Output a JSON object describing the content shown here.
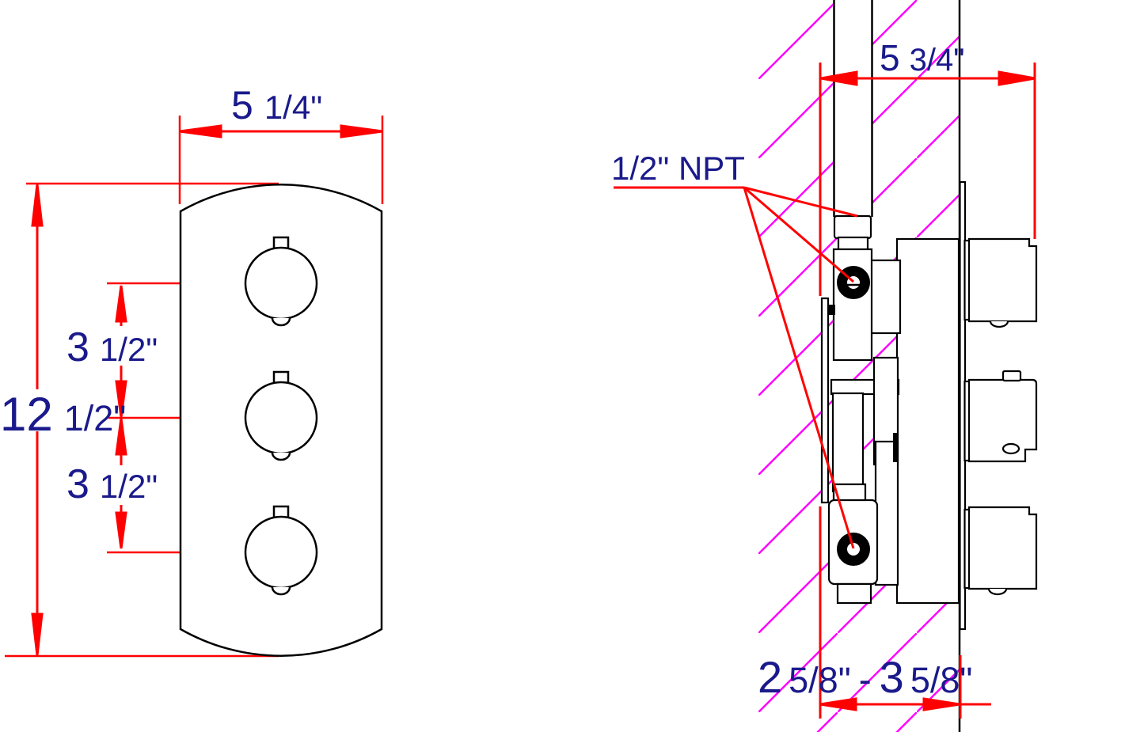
{
  "colors": {
    "outline": "#000000",
    "dimension": "#ff0000",
    "hatch": "#ff00ff",
    "label": "#1a1a8c",
    "background": "#ffffff"
  },
  "front_view": {
    "width_dim": {
      "big": "5",
      "small": "1/4\""
    },
    "height_dim": {
      "big": "12",
      "small": "1/2\""
    },
    "spacing_top": {
      "big": "3",
      "small": "1/2\""
    },
    "spacing_bottom": {
      "big": "3",
      "small": "1/2\""
    }
  },
  "side_view": {
    "port_label": "1/2\" NPT",
    "depth_dim": {
      "big": "5",
      "small": "3/4\""
    },
    "depth_range": {
      "big1": "2",
      "small1": "5/8\"",
      "sep": "-",
      "big2": "3",
      "small2": "5/8\""
    }
  }
}
